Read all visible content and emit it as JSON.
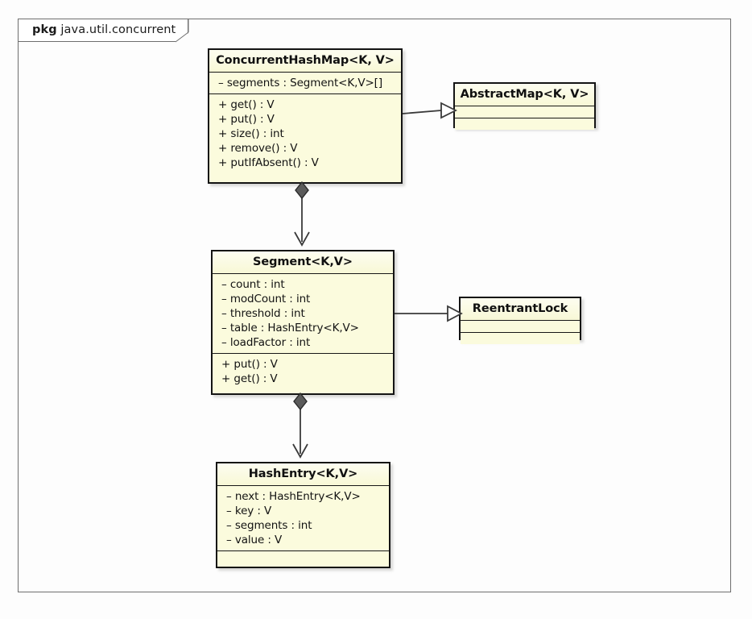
{
  "diagram": {
    "type": "uml-class-diagram",
    "package": {
      "keyword": "pkg",
      "name": "java.util.concurrent"
    },
    "classes": [
      {
        "id": "concurrenthashmap",
        "name": "ConcurrentHashMap<K, V>",
        "attributes": [
          "– segments : Segment<K,V>[]"
        ],
        "operations": [
          "+ get() : V",
          "+ put() : V",
          "+ size() : int",
          "+ remove() : V",
          "+ putIfAbsent() : V"
        ]
      },
      {
        "id": "abstractmap",
        "name": "AbstractMap<K, V>",
        "attributes": [],
        "operations": []
      },
      {
        "id": "segment",
        "name": "Segment<K,V>",
        "attributes": [
          "– count : int",
          "– modCount : int",
          "– threshold : int",
          "– table : HashEntry<K,V>",
          "– loadFactor : int"
        ],
        "operations": [
          "+ put() : V",
          "+ get() : V"
        ]
      },
      {
        "id": "reentrantlock",
        "name": "ReentrantLock",
        "attributes": [],
        "operations": []
      },
      {
        "id": "hashentry",
        "name": "HashEntry<K,V>",
        "attributes": [
          "– next : HashEntry<K,V>",
          "– key : V",
          "– segments : int",
          "– value : V"
        ],
        "operations": []
      }
    ],
    "relationships": [
      {
        "id": "chm-extends-abstractmap",
        "kind": "generalization",
        "from": "concurrenthashmap",
        "to": "abstractmap",
        "label": ""
      },
      {
        "id": "chm-composes-segment",
        "kind": "composition",
        "from": "concurrenthashmap",
        "to": "segment",
        "label": ""
      },
      {
        "id": "segment-extends-reentrantlock",
        "kind": "generalization",
        "from": "segment",
        "to": "reentrantlock",
        "label": ""
      },
      {
        "id": "segment-composes-hashentry",
        "kind": "composition",
        "from": "segment",
        "to": "hashentry",
        "label": ""
      }
    ],
    "colors": {
      "class_fill": "#fbfbdd",
      "class_border": "#141414",
      "frame_border": "#6e6e6e",
      "connector": "#3a3a3a",
      "background": "#fdfdfd"
    }
  }
}
